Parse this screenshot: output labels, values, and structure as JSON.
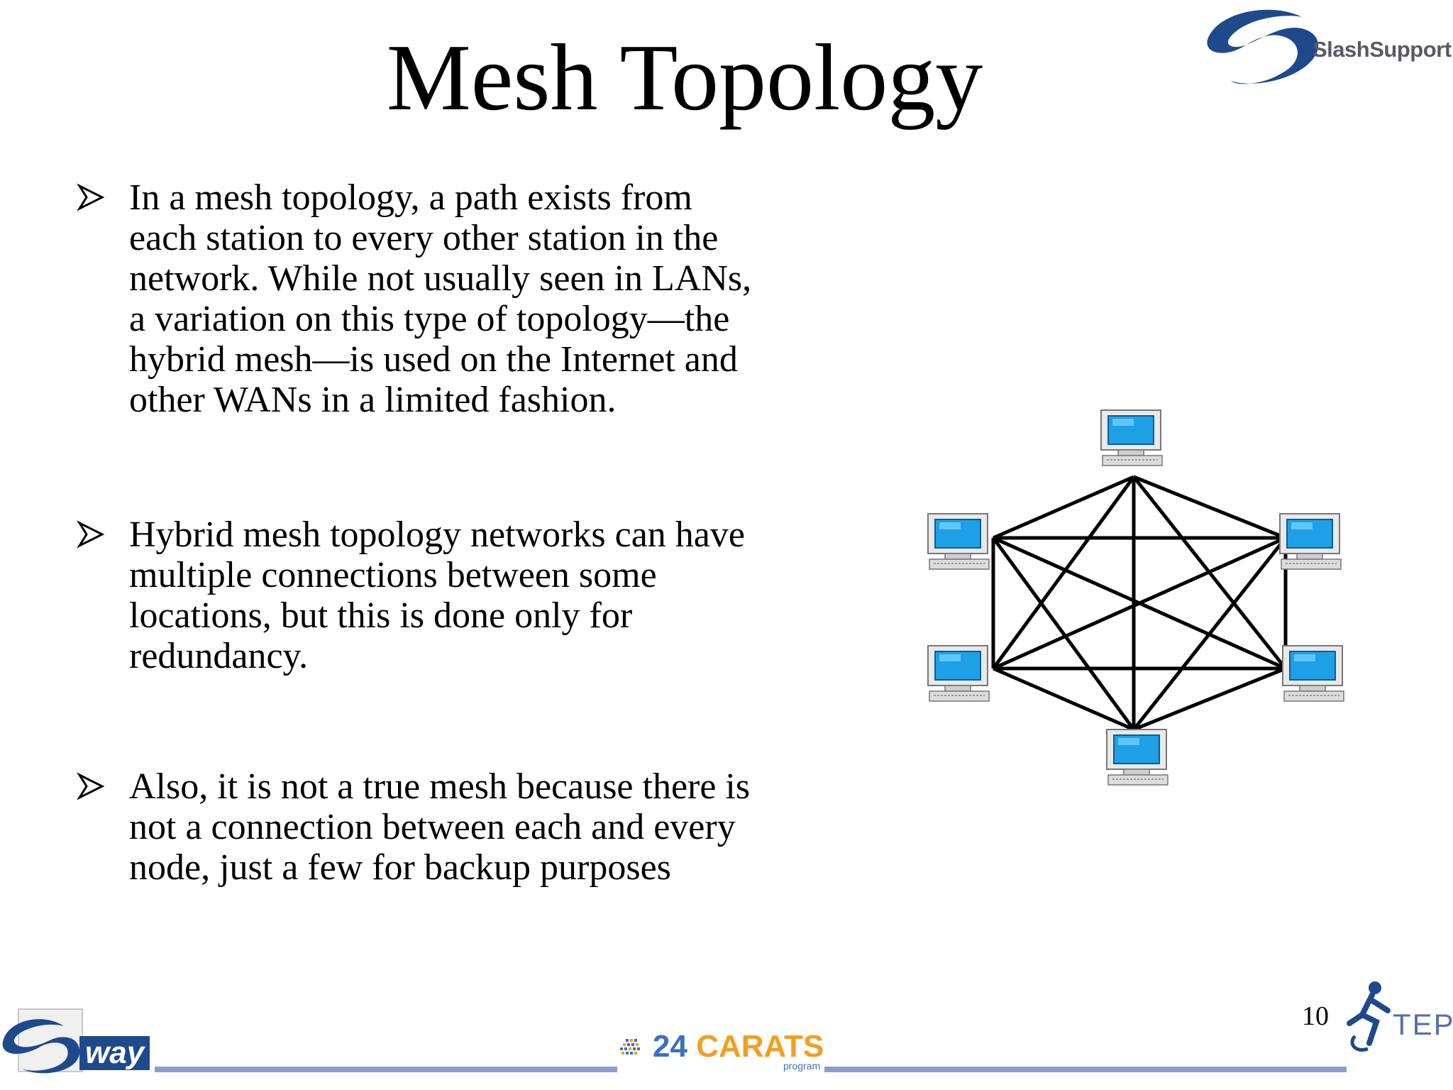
{
  "slide": {
    "title": "Mesh Topology",
    "page_number": "10"
  },
  "brand": {
    "top_logo_text": "SlashSupport",
    "footer_left_logo_text": "way",
    "footer_center_logo_number": "24",
    "footer_center_logo_word": "CARATS",
    "footer_center_logo_sub": "program",
    "footer_right_logo_text": "TEP"
  },
  "bullets": [
    {
      "lines": [
        "In a mesh topology, a path exists from",
        "each station to every other station in the",
        "network. While not usually seen in LANs,",
        "a variation on this type of topology—the",
        "hybrid mesh—is used on the Internet and",
        "other WANs in a limited fashion."
      ]
    },
    {
      "lines": [
        "Hybrid mesh topology networks can have",
        "multiple connections between some",
        "locations, but this is done only for",
        "redundancy."
      ]
    },
    {
      "lines": [
        "Also, it is not a true mesh because there is",
        "not a connection between each and every",
        "node, just a few for backup purposes"
      ]
    }
  ],
  "diagram": {
    "node_icon": "computer-icon",
    "node_count": 6,
    "line_color": "#000000",
    "screen_color": "#1ea0e6"
  },
  "colors": {
    "footer_line": "#8e9ccf",
    "logo_blue": "#1e4a8c",
    "logo_orange": "#f0a020"
  }
}
